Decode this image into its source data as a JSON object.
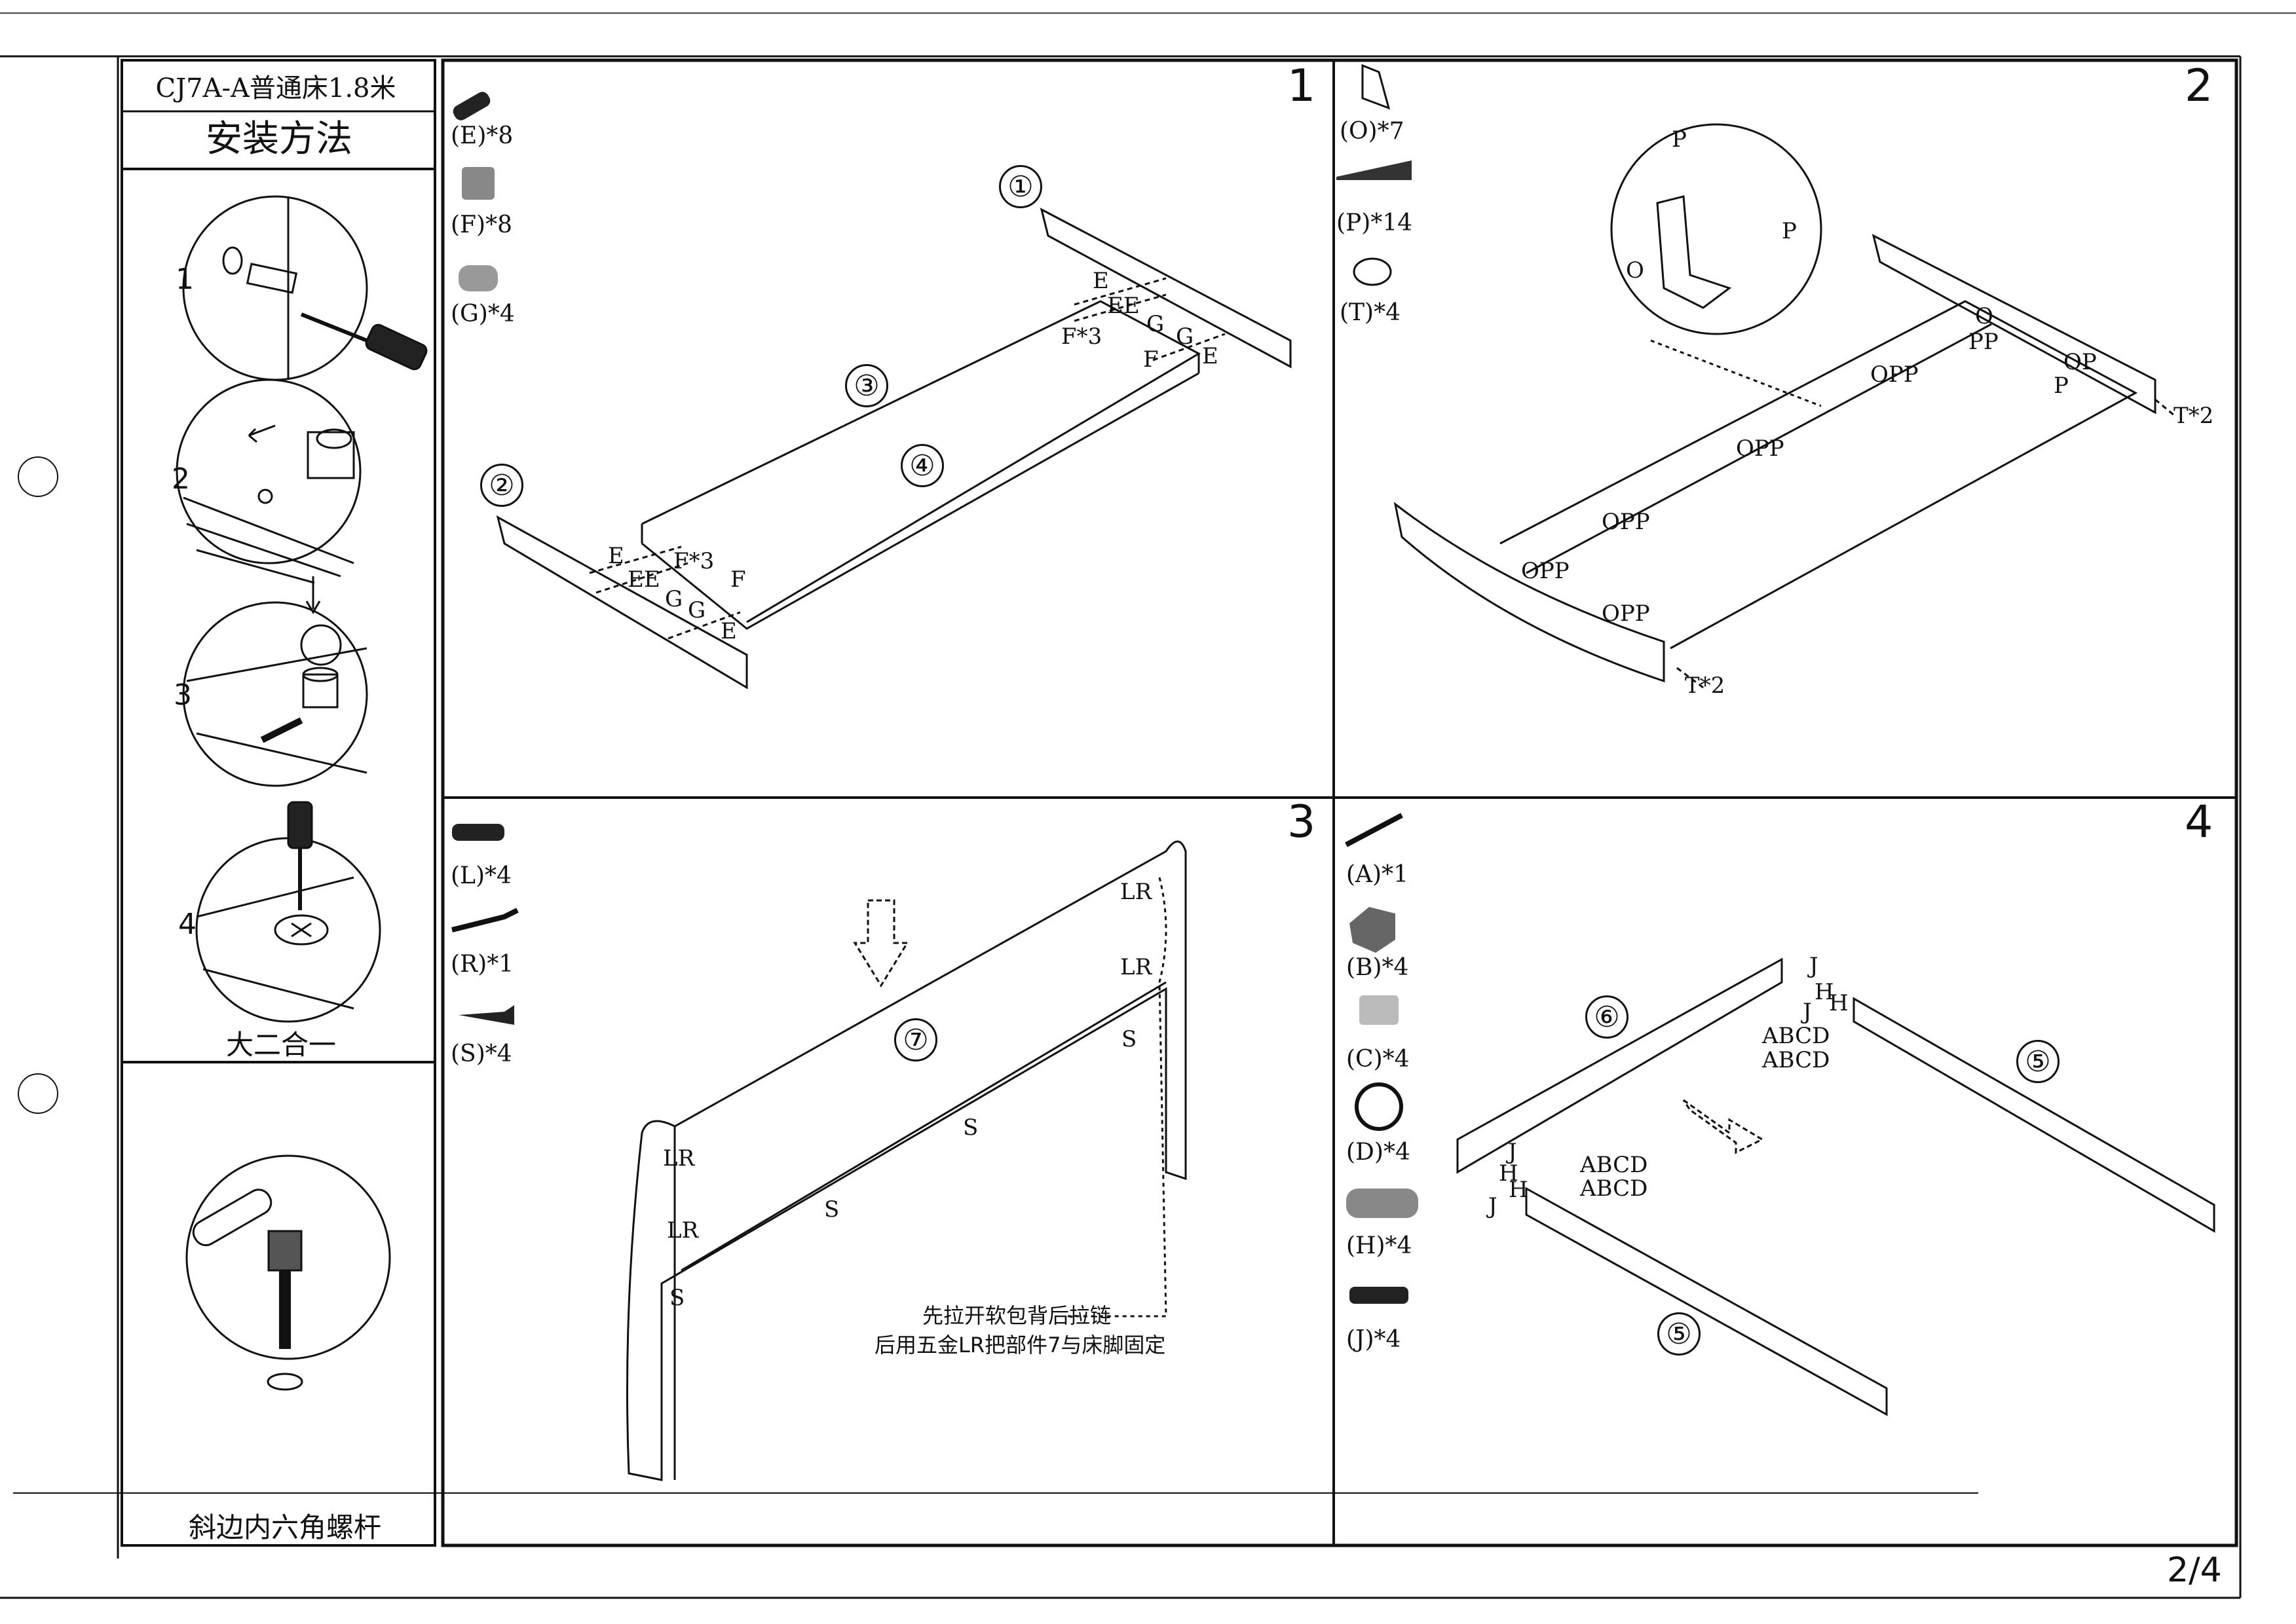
{
  "header": {
    "model": "CJ7A-A普通床1.8米",
    "title": "安装方法"
  },
  "sidebar": {
    "steps": [
      "1",
      "2",
      "3",
      "4"
    ],
    "caption_top": "大二合一",
    "caption_bottom": "斜边内六角螺杆"
  },
  "panels": [
    {
      "number": "1",
      "parts": [
        "(E)*8",
        "(F)*8",
        "(G)*4"
      ],
      "callouts": [
        "①",
        "②",
        "③",
        "④"
      ],
      "labels": [
        "E",
        "EE",
        "F*3",
        "G",
        "G",
        "F",
        "E",
        "E",
        "EE",
        "F*3",
        "G",
        "G",
        "F",
        "E"
      ]
    },
    {
      "number": "2",
      "parts": [
        "(O)*7",
        "(P)*14",
        "(T)*4"
      ],
      "labels": [
        "P",
        "P",
        "O",
        "O",
        "PP",
        "OPP",
        "P",
        "OP",
        "OPP",
        "OPP",
        "OPP",
        "OPP",
        "T*2",
        "T*2"
      ]
    },
    {
      "number": "3",
      "parts": [
        "(L)*4",
        "(R)*1",
        "(S)*4"
      ],
      "callouts": [
        "⑦"
      ],
      "labels": [
        "LR",
        "LR",
        "LR",
        "LR",
        "S",
        "S",
        "S",
        "S"
      ],
      "note_line1": "先拉开软包背后拉链",
      "note_line2": "后用五金LR把部件7与床脚固定"
    },
    {
      "number": "4",
      "parts": [
        "(A)*1",
        "(B)*4",
        "(C)*4",
        "(D)*4",
        "(H)*4",
        "(J)*4"
      ],
      "callouts": [
        "⑥",
        "⑤",
        "⑤"
      ],
      "labels": [
        "J",
        "H",
        "H",
        "J",
        "ABCD",
        "ABCD",
        "ABCD",
        "ABCD",
        "J",
        "H",
        "H",
        "J"
      ]
    }
  ],
  "footer": {
    "page": "2/4"
  }
}
